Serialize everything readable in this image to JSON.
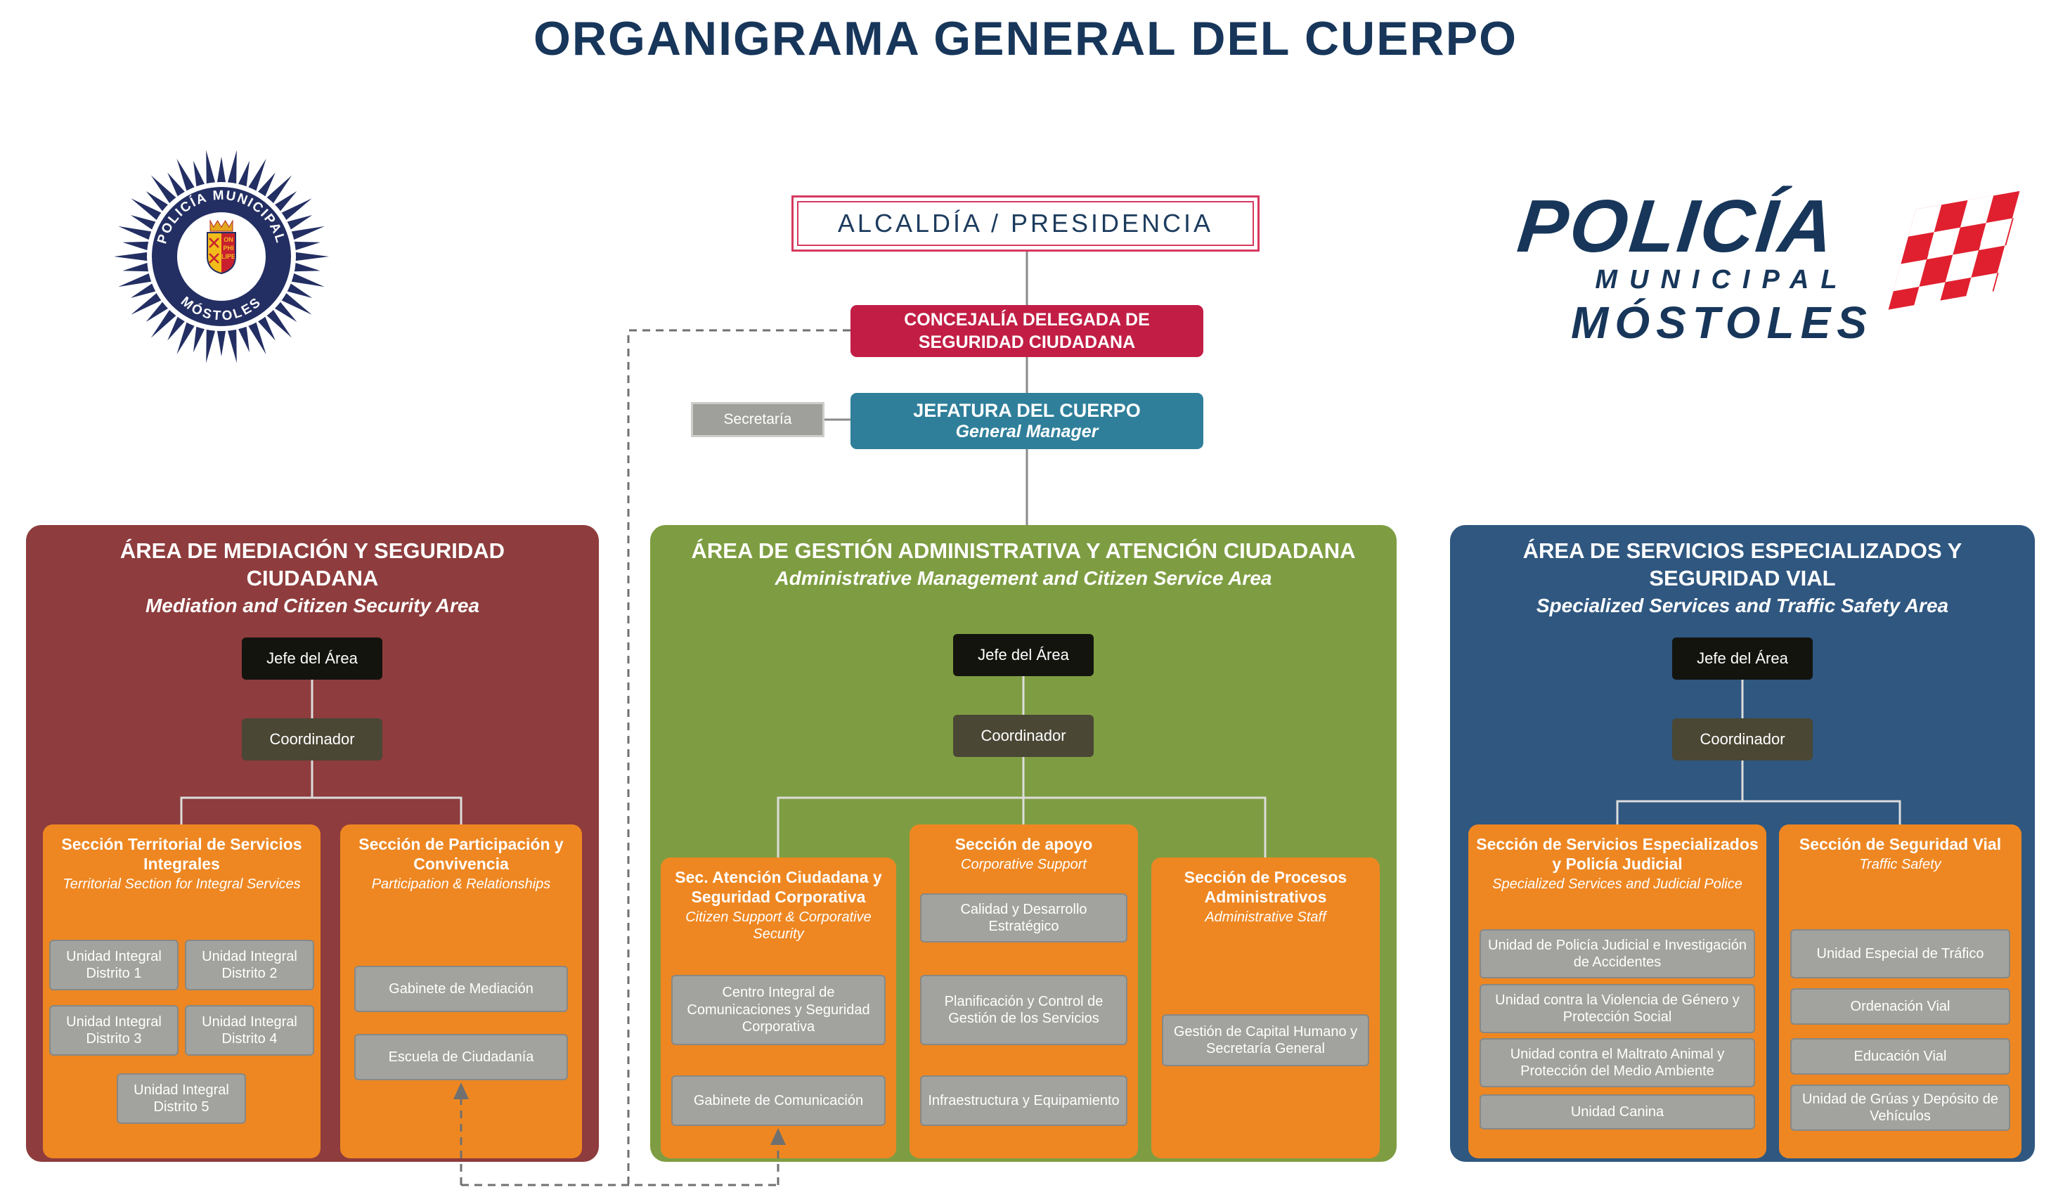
{
  "title": "ORGANIGRAMA GENERAL DEL CUERPO",
  "badge": {
    "ring_text_top": "POLICÍA MUNICIPAL",
    "ring_text_bottom": "MÓSTOLES",
    "shield_line1": "ON",
    "shield_line2": "PHI",
    "shield_line3": "LIPE"
  },
  "brand": {
    "line1": "POLICÍA",
    "line2": "MUNICIPAL",
    "line3": "MÓSTOLES"
  },
  "hierarchy": {
    "alcaldia": "ALCALDÍA / PRESIDENCIA",
    "concejalia": "CONCEJALÍA DELEGADA DE SEGURIDAD CIUDADANA",
    "jefatura_title": "JEFATURA DEL CUERPO",
    "jefatura_subtitle": "General Manager",
    "secretaria": "Secretaría"
  },
  "areas": [
    {
      "title": "ÁREA DE MEDIACIÓN Y SEGURIDAD CIUDADANA",
      "subtitle": "Mediation and Citizen Security Area",
      "jefe": "Jefe del Área",
      "coordinador": "Coordinador",
      "sections": [
        {
          "title": "Sección Territorial de Servicios Integrales",
          "subtitle": "Territorial Section for Integral Services",
          "units": [
            "Unidad Integral Distrito 1",
            "Unidad Integral Distrito 2",
            "Unidad Integral Distrito 3",
            "Unidad Integral Distrito 4",
            "Unidad Integral Distrito 5"
          ]
        },
        {
          "title": "Sección de Participación y Convivencia",
          "subtitle": "Participation & Relationships",
          "units": [
            "Gabinete de Mediación",
            "Escuela de Ciudadanía"
          ]
        }
      ]
    },
    {
      "title": "ÁREA DE GESTIÓN ADMINISTRATIVA Y ATENCIÓN CIUDADANA",
      "subtitle": "Administrative Management and Citizen Service Area",
      "jefe": "Jefe del Área",
      "coordinador": "Coordinador",
      "sections": [
        {
          "title": "Sec. Atención Ciudadana y Seguridad Corporativa",
          "subtitle": "Citizen Support & Corporative Security",
          "units": [
            "Centro Integral de Comunicaciones y Seguridad Corporativa",
            "Gabinete de Comunicación"
          ]
        },
        {
          "title": "Sección de apoyo",
          "subtitle": "Corporative Support",
          "units": [
            "Calidad y Desarrollo Estratégico",
            "Planificación y Control de Gestión de los Servicios",
            "Infraestructura y Equipamiento"
          ]
        },
        {
          "title": "Sección de Procesos Administrativos",
          "subtitle": "Administrative Staff",
          "units": [
            "Gestión de Capital Humano y Secretaría General"
          ]
        }
      ]
    },
    {
      "title": "ÁREA DE SERVICIOS ESPECIALIZADOS Y SEGURIDAD VIAL",
      "subtitle": "Specialized Services and Traffic Safety Area",
      "jefe": "Jefe del Área",
      "coordinador": "Coordinador",
      "sections": [
        {
          "title": "Sección de Servicios Especializados y Policía Judicial",
          "subtitle": "Specialized Services and Judicial Police",
          "units": [
            "Unidad de Policía Judicial e Investigación de Accidentes",
            "Unidad contra la Violencia de Género y Protección Social",
            "Unidad contra el Maltrato Animal y Protección del Medio Ambiente",
            "Unidad Canina"
          ]
        },
        {
          "title": "Sección de Seguridad Vial",
          "subtitle": "Traffic Safety",
          "units": [
            "Unidad Especial de Tráfico",
            "Ordenación Vial",
            "Educación Vial",
            "Unidad de Grúas y Depósito de Vehículos"
          ]
        }
      ]
    }
  ],
  "colors": {
    "navy": "#17365a",
    "crimson": "#c21e45",
    "teal": "#2f7f9a",
    "maroon": "#8e3c3d",
    "olive": "#7e9d42",
    "blue": "#2f5780",
    "orange": "#ee8722",
    "gray_box": "#a2a29e",
    "flag_red": "#e0202f"
  }
}
